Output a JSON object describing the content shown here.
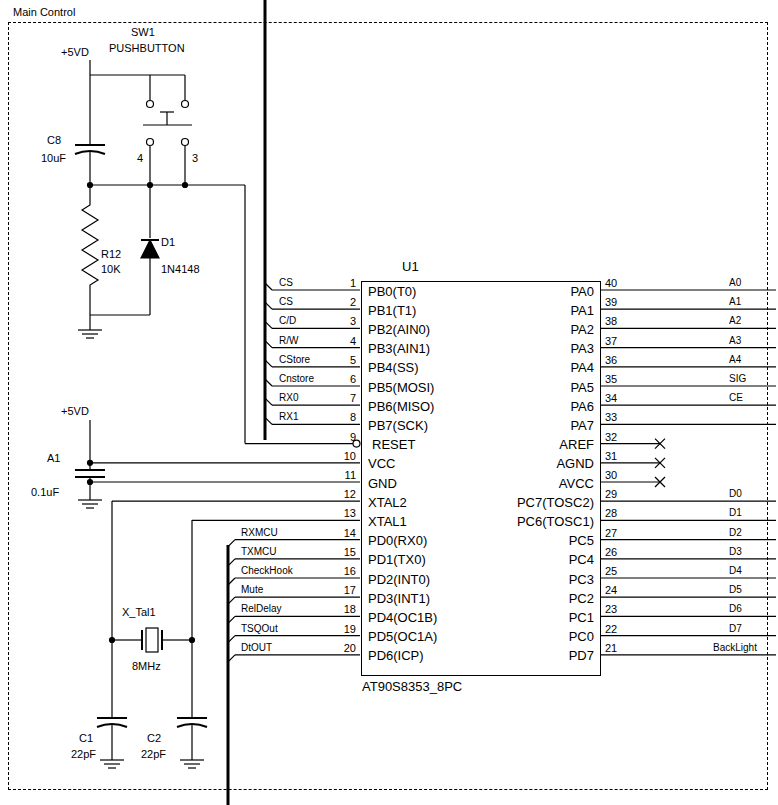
{
  "diagram": {
    "nodes": [
      {
        "text": [
          "Main Control"
        ]
      },
      {
        "text": [
          "U1",
          "PB0(T0)",
          "PB1(T1)",
          "PB2(AIN0)",
          "PB3(AIN1)",
          "PB4(SS)",
          "PB5(MOSI)",
          "PB6(MISO)",
          "PB7(SCK)",
          "RESET",
          "VCC",
          "GND",
          "XTAL2",
          "XTAL1",
          "PD0(RX0)",
          "PD1(TX0)",
          "PD2(INT0)",
          "PD3(INT1)",
          "PD4(OC1B)",
          "PD5(OC1A)",
          "PD6(ICP)",
          "PA0",
          "PA1",
          "PA2",
          "PA3",
          "PA4",
          "PA5",
          "PA6",
          "PA7",
          "AREF",
          "AGND",
          "AVCC",
          "PC7(TOSC2)",
          "PC6(TOSC1)",
          "PC5",
          "PC4",
          "PC3",
          "PC2",
          "PC1",
          "PC0",
          "PD7",
          "AT90S8353_8PC"
        ],
        "in": 0
      }
    ],
    "labels": [
      "1",
      "2",
      "3",
      "4",
      "5",
      "6",
      "7",
      "8",
      "9",
      "10",
      "11",
      "12",
      "13",
      "14",
      "15",
      "16",
      "17",
      "18",
      "19",
      "20",
      "40",
      "39",
      "38",
      "37",
      "36",
      "35",
      "34",
      "33",
      "32",
      "31",
      "30",
      "29",
      "28",
      "27",
      "26",
      "25",
      "24",
      "23",
      "22",
      "21",
      "SW1",
      "PUSHBUTTON",
      "+5VD",
      "C8",
      "10uF",
      "4",
      "3",
      "R12",
      "10K",
      "D1",
      "1N4148",
      "+5VD",
      "A1",
      "0.1uF",
      "X_Tal1",
      "8MHz",
      "C1",
      "22pF",
      "C2",
      "22pF",
      "CS",
      "CS",
      "C/D",
      "R/W",
      "CStore",
      "Cnstore",
      "RX0",
      "RX1",
      "RXMCU",
      "TXMCU",
      "CheckHook",
      "Mute",
      "RelDelay",
      "TSQOut",
      "DtOUT",
      "A0",
      "A1",
      "A2",
      "A3",
      "A4",
      "SIG",
      "CE",
      "D0",
      "D1",
      "D2",
      "D3",
      "D4",
      "D5",
      "D6",
      "D7",
      "BackLight"
    ]
  }
}
